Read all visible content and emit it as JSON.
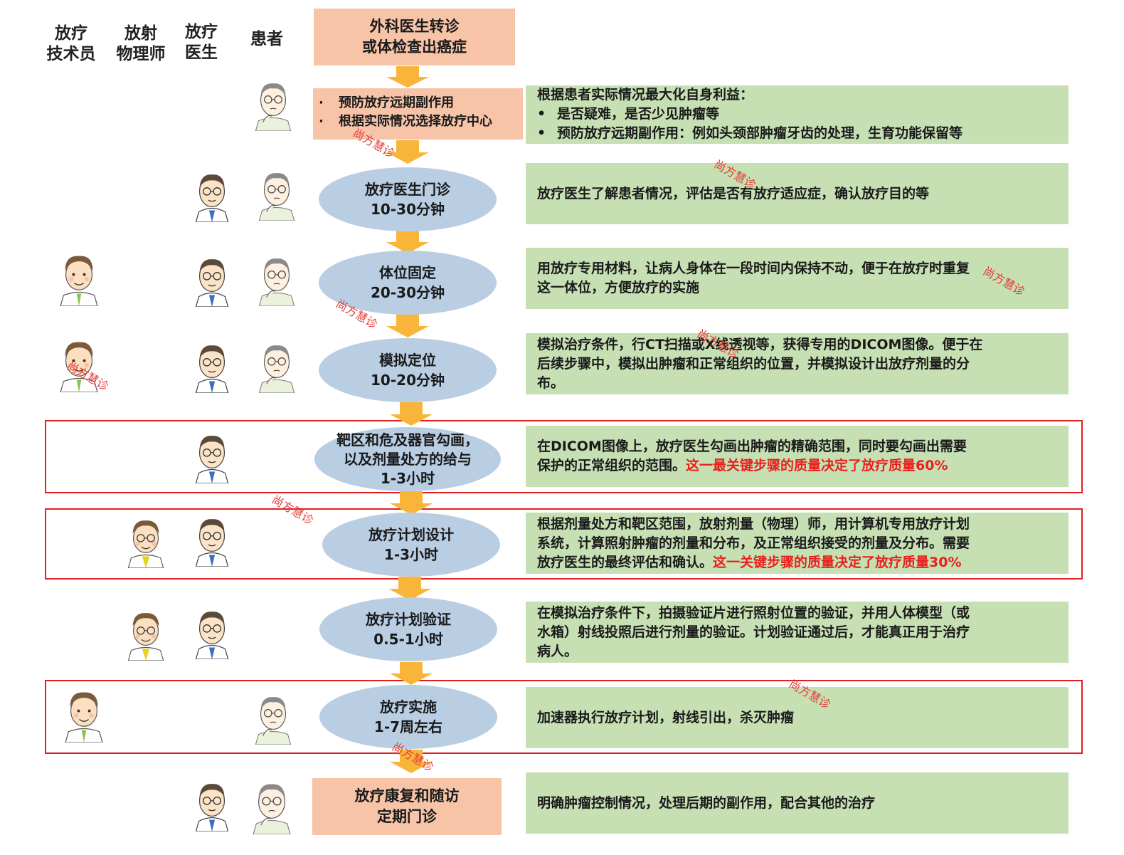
{
  "headers": {
    "therapist": [
      "放疗",
      "技术员"
    ],
    "physicist": [
      "放射",
      "物理师"
    ],
    "doctor": [
      "放疗",
      "医生"
    ],
    "patient": [
      "患者"
    ]
  },
  "steps": {
    "start": [
      "外科医生转诊",
      "或体检查出癌症"
    ],
    "prep_bullets": [
      "预防放疗远期副作用",
      "根据实际情况选择放疗中心"
    ],
    "clinic": [
      "放疗医生门诊",
      "10-30分钟"
    ],
    "immobilize": [
      "体位固定",
      "20-30分钟"
    ],
    "simulation": [
      "模拟定位",
      "10-20分钟"
    ],
    "contour": [
      "靶区和危及器官勾画，",
      "以及剂量处方的给与",
      "1-3小时"
    ],
    "plan": [
      "放疗计划设计",
      "1-3小时"
    ],
    "verify": [
      "放疗计划验证",
      "0.5-1小时"
    ],
    "treat": [
      "放疗实施",
      "1-7周左右"
    ],
    "followup": [
      "放疗康复和随访",
      "定期门诊"
    ]
  },
  "descriptions": {
    "prep_title": "根据患者实际情况最大化自身利益：",
    "prep_bullets": [
      "是否疑难，是否少见肿瘤等",
      "预防放疗远期副作用：例如头颈部肿瘤牙齿的处理，生育功能保留等"
    ],
    "clinic": [
      "放疗医生了解患者情况，评估是否有放疗适应症，确认放疗目的等"
    ],
    "immobilize": [
      "用放疗专用材料，让病人身体在一段时间内保持不动，便于在放疗时重复",
      "这一体位，方便放疗的实施"
    ],
    "simulation": [
      "模拟治疗条件，行CT扫描或X线透视等，获得专用的DICOM图像。便于在",
      "后续步骤中，模拟出肿瘤和正常组织的位置，并模拟设计出放疗剂量的分",
      "布。"
    ],
    "contour_lines": [
      "在DICOM图像上，放疗医生勾画出肿瘤的精确范围，同时要勾画出需要",
      "保护的正常组织的范围。"
    ],
    "contour_red": "这一最关键步骤的质量决定了放疗质量60%",
    "plan_lines": [
      "根据剂量处方和靶区范围，放射剂量（物理）师，用计算机专用放疗计划",
      "系统，计算照射肿瘤的剂量和分布，及正常组织接受的剂量及分布。需要",
      "放疗医生的最终评估和确认。"
    ],
    "plan_red": "这一关键步骤的质量决定了放疗质量30%",
    "verify": [
      "在模拟治疗条件下，拍摄验证片进行照射位置的验证，并用人体模型（或",
      "水箱）射线投照后进行剂量的验证。计划验证通过后，才能真正用于治疗",
      "病人。"
    ],
    "treat": [
      "加速器执行放疗计划，射线引出，杀灭肿瘤"
    ],
    "followup": [
      "明确肿瘤控制情况，处理后期的副作用，配合其他的治疗"
    ]
  },
  "watermark": "尚方慧诊",
  "colors": {
    "peach": "#f7c4a8",
    "ellipse": "#b9cde3",
    "green": "#c6e0b4",
    "arrow": "#f9b53a",
    "red": "#e02020"
  }
}
